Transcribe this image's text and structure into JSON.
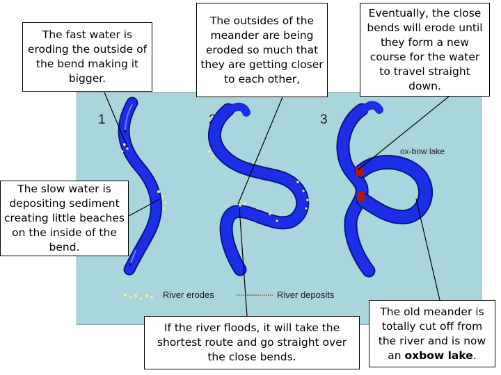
{
  "colors": {
    "background": "#a8d6dc",
    "river": "#1d2ee8",
    "river_edge": "#0b1585",
    "deposit": "#f5f08a",
    "erosion": "#b01818"
  },
  "stages": [
    "1",
    "2",
    "3"
  ],
  "diagram_labels": {
    "oxbow_lake": "ox-bow lake",
    "river_erodes": "River erodes",
    "river_deposits": "River deposits"
  },
  "callouts": {
    "fast_water": "The fast water is eroding the outside of the bend making it bigger.",
    "outsides": "The outsides of the meander are being eroded so much that they are getting closer to each other,",
    "eventually": "Eventually, the close bends will erode until they form a new course for the water to travel straight down.",
    "slow_water": "The slow water is depositing sediment creating little beaches on the inside of the bend.",
    "floods": "If the river floods, it will take the shortest route and go straight over the close bends.",
    "old_meander_prefix": "The old meander is totally cut off from the river and is now an",
    "old_meander_term": "oxbow lake",
    "old_meander_suffix": "."
  }
}
